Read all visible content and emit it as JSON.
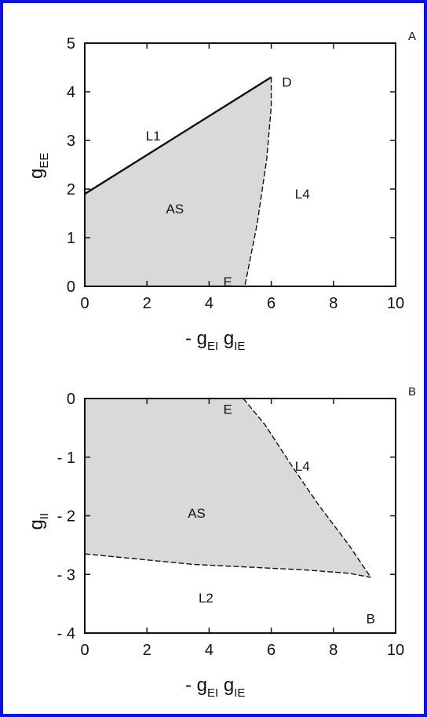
{
  "chart_data": [
    {
      "type": "area",
      "panel": "A",
      "xlabel": {
        "prefix": "- g",
        "sub1": "EI",
        "mid": " g",
        "sub2": "IE"
      },
      "ylabel": {
        "main": "g",
        "sub": "EE"
      },
      "xlim": [
        0,
        10
      ],
      "ylim": [
        0,
        5
      ],
      "xticks": [
        "0",
        "2",
        "4",
        "6",
        "8",
        "10"
      ],
      "yticks": [
        "0",
        "1",
        "2",
        "3",
        "4",
        "5"
      ],
      "grid": false,
      "fill_color": "#d9d9d9",
      "region": [
        [
          0,
          0
        ],
        [
          0,
          1.9
        ],
        [
          6,
          4.3
        ],
        [
          6,
          3.7
        ],
        [
          5.85,
          2.6
        ],
        [
          5.55,
          1.3
        ],
        [
          5.15,
          0
        ]
      ],
      "curves": [
        {
          "label": "L1",
          "style": "solid",
          "points": [
            [
              0,
              1.9
            ],
            [
              6,
              4.3
            ]
          ]
        },
        {
          "label": "L4",
          "style": "dashed",
          "points": [
            [
              6,
              4.3
            ],
            [
              6,
              3.7
            ],
            [
              5.85,
              2.6
            ],
            [
              5.55,
              1.3
            ],
            [
              5.15,
              0
            ]
          ]
        }
      ],
      "annotations": [
        {
          "text": "L1",
          "x": 2.2,
          "y": 3.1
        },
        {
          "text": "AS",
          "x": 2.9,
          "y": 1.6
        },
        {
          "text": "L4",
          "x": 7.0,
          "y": 1.9
        },
        {
          "text": "D",
          "x": 6.5,
          "y": 4.2
        },
        {
          "text": "E",
          "x": 4.6,
          "y": 0.1
        }
      ]
    },
    {
      "type": "area",
      "panel": "B",
      "xlabel": {
        "prefix": "- g",
        "sub1": "EI",
        "mid": " g",
        "sub2": "IE"
      },
      "ylabel": {
        "main": "g",
        "sub": "II"
      },
      "xlim": [
        0,
        10
      ],
      "ylim": [
        -4,
        0
      ],
      "xticks": [
        "0",
        "2",
        "4",
        "6",
        "8",
        "10"
      ],
      "yticks": [
        "0",
        "- 1",
        "- 2",
        "- 3",
        "- 4"
      ],
      "grid": false,
      "fill_color": "#d9d9d9",
      "region": [
        [
          0,
          0
        ],
        [
          5.1,
          0
        ],
        [
          5.8,
          -0.45
        ],
        [
          6.6,
          -1.1
        ],
        [
          7.5,
          -1.8
        ],
        [
          8.5,
          -2.5
        ],
        [
          9.2,
          -3.05
        ],
        [
          8.5,
          -2.98
        ],
        [
          7.0,
          -2.92
        ],
        [
          3.5,
          -2.83
        ],
        [
          0,
          -2.65
        ]
      ],
      "curves": [
        {
          "label": "L4",
          "style": "dashed",
          "points": [
            [
              5.1,
              0
            ],
            [
              5.8,
              -0.45
            ],
            [
              6.6,
              -1.1
            ],
            [
              7.5,
              -1.8
            ],
            [
              8.5,
              -2.5
            ],
            [
              9.2,
              -3.05
            ]
          ]
        },
        {
          "label": "L2",
          "style": "dashed",
          "points": [
            [
              0,
              -2.65
            ],
            [
              3.5,
              -2.83
            ],
            [
              7.0,
              -2.92
            ],
            [
              8.5,
              -2.98
            ],
            [
              9.2,
              -3.05
            ]
          ]
        }
      ],
      "annotations": [
        {
          "text": "E",
          "x": 4.6,
          "y": -0.18
        },
        {
          "text": "L4",
          "x": 7.0,
          "y": -1.15
        },
        {
          "text": "AS",
          "x": 3.6,
          "y": -1.95
        },
        {
          "text": "L2",
          "x": 3.9,
          "y": -3.4
        },
        {
          "text": "B",
          "x": 9.2,
          "y": -3.75
        }
      ]
    }
  ]
}
